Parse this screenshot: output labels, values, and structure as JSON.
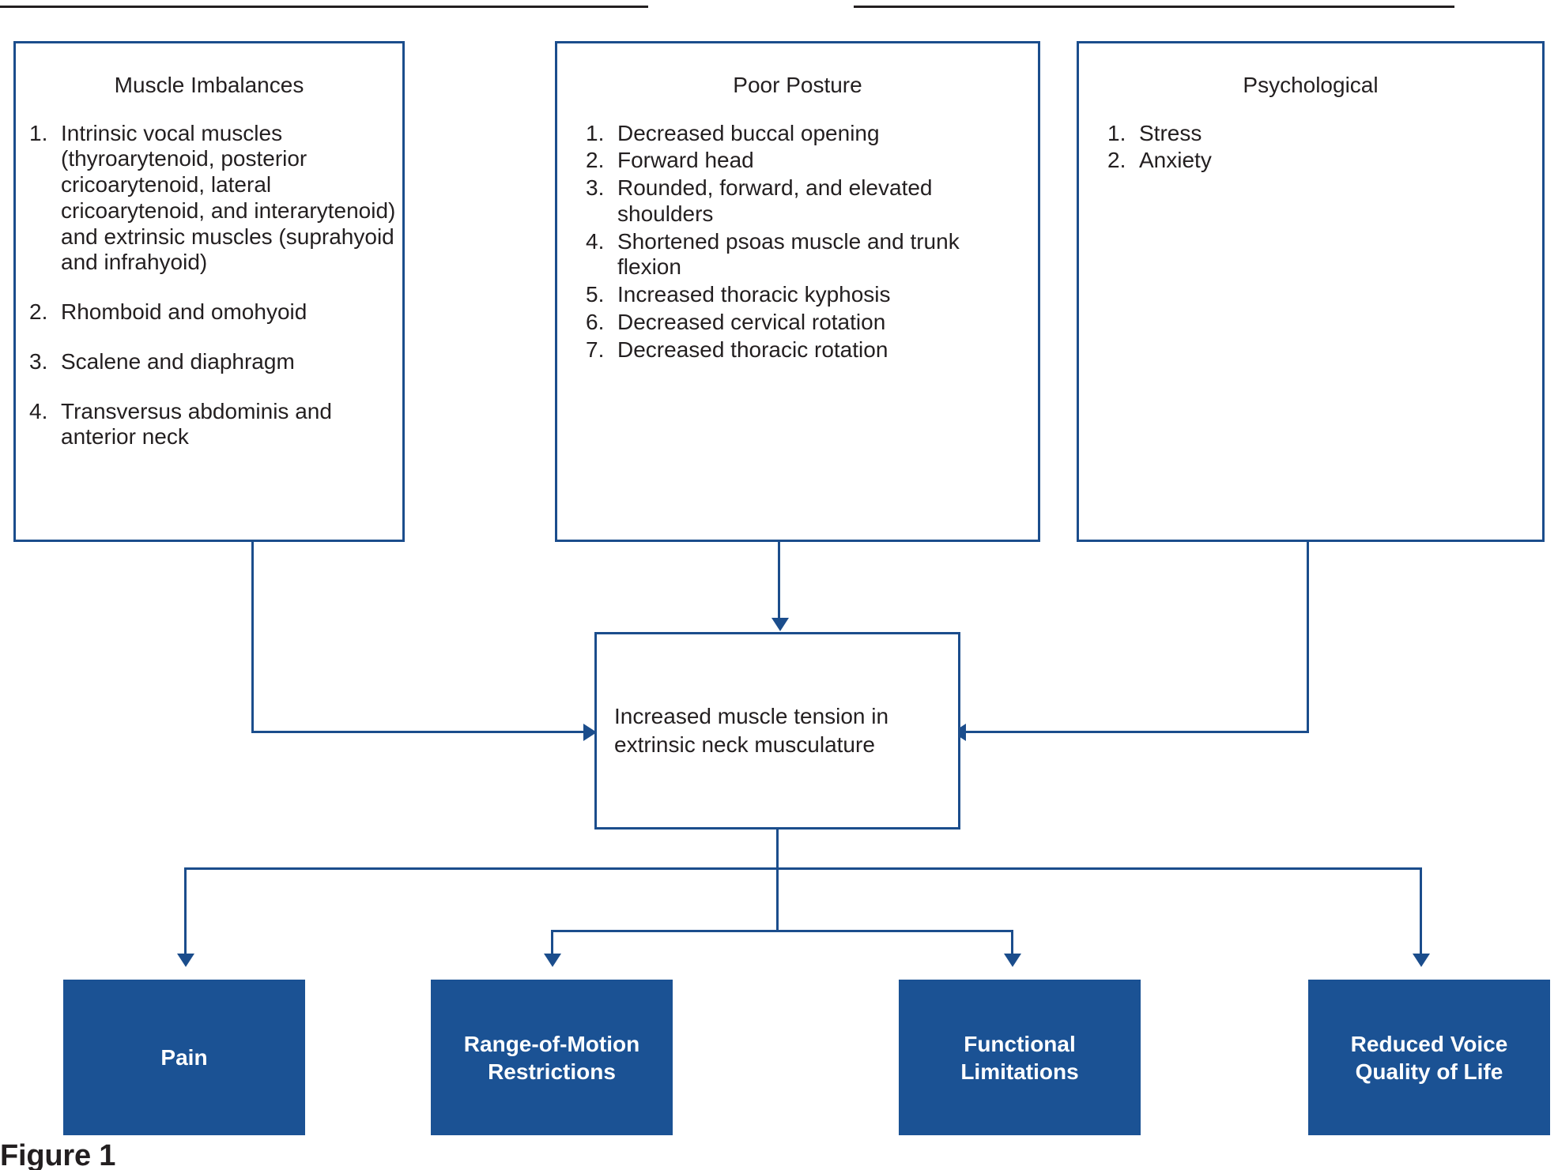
{
  "figure": {
    "caption": "Figure 1",
    "accent_outline_color": "#1b4d8c",
    "accent_fill_color": "#1b5294",
    "text_color": "#231f20",
    "box_text_color": "#ffffff"
  },
  "top_boxes": [
    {
      "id": "muscle-imbalances",
      "title": "Muscle Imbalances",
      "items": [
        {
          "num": "1.",
          "text": "Intrinsic vocal muscles (thyroarytenoid, posterior cricoarytenoid, lateral cricoarytenoid, and interarytenoid) and extrinsic muscles (suprahyoid and infrahyoid)"
        },
        {
          "num": "2.",
          "text": "Rhomboid and omohyoid"
        },
        {
          "num": "3.",
          "text": "Scalene and diaphragm"
        },
        {
          "num": "4.",
          "text": "Transversus abdominis and anterior neck"
        }
      ]
    },
    {
      "id": "poor-posture",
      "title": "Poor Posture",
      "items": [
        {
          "num": "1.",
          "text": "Decreased buccal opening"
        },
        {
          "num": "2.",
          "text": "Forward head"
        },
        {
          "num": "3.",
          "text": "Rounded, forward, and elevated shoulders"
        },
        {
          "num": "4.",
          "text": "Shortened psoas muscle and trunk flexion"
        },
        {
          "num": "5.",
          "text": "Increased thoracic kyphosis"
        },
        {
          "num": "6.",
          "text": "Decreased cervical rotation"
        },
        {
          "num": "7.",
          "text": "Decreased thoracic rotation"
        }
      ]
    },
    {
      "id": "psychological",
      "title": "Psychological",
      "items": [
        {
          "num": "1.",
          "text": "Stress"
        },
        {
          "num": "2.",
          "text": "Anxiety"
        }
      ]
    }
  ],
  "center_box": {
    "text": "Increased muscle tension in extrinsic neck musculature"
  },
  "outcome_boxes": [
    {
      "id": "pain",
      "label": "Pain"
    },
    {
      "id": "range-of-motion-restrictions",
      "label": "Range-of-Motion\nRestrictions"
    },
    {
      "id": "functional-limitations",
      "label": "Functional\nLimitations"
    },
    {
      "id": "reduced-voice-quality-of-life",
      "label": "Reduced Voice\nQuality of Life"
    }
  ]
}
